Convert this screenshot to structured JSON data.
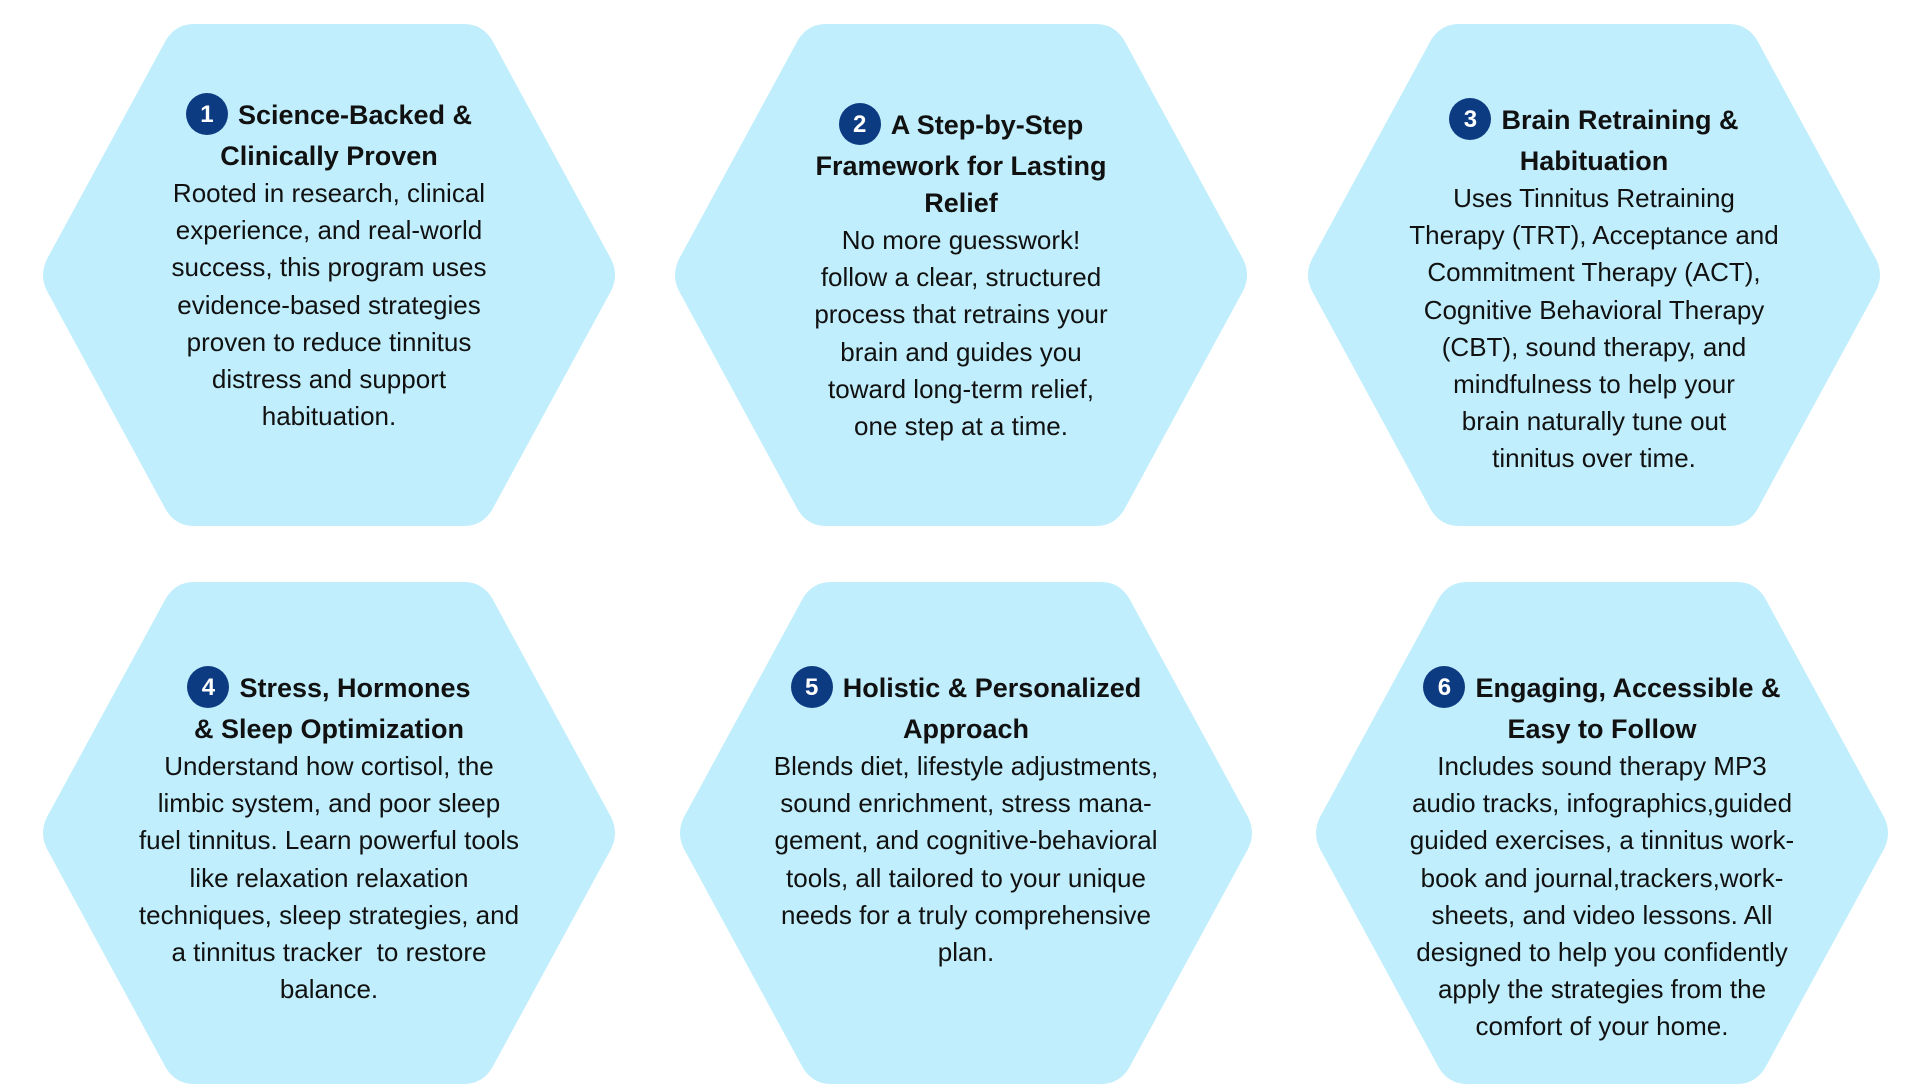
{
  "colors": {
    "hex_fill": "#c0eefc",
    "badge_fill": "#0d3b82",
    "badge_text": "#ffffff",
    "text": "#111111"
  },
  "features": [
    {
      "number": "1",
      "title_lines": [
        "Science-Backed &",
        "Clinically Proven"
      ],
      "body_lines": [
        "Rooted in research, clinical",
        "experience, and real-world",
        "success, this program uses",
        "evidence-based strategies",
        "proven to reduce tinnitus",
        "distress and support",
        "habituation."
      ]
    },
    {
      "number": "2",
      "title_lines": [
        "A Step-by-Step",
        "Framework for Lasting",
        "Relief"
      ],
      "body_lines": [
        "No more guesswork!",
        "follow a clear, structured",
        "process that retrains your",
        "brain and guides you",
        "toward long-term relief,",
        "one step at a time."
      ]
    },
    {
      "number": "3",
      "title_lines": [
        "Brain Retraining &",
        "Habituation"
      ],
      "body_lines": [
        "Uses Tinnitus Retraining",
        "Therapy (TRT), Acceptance and",
        "Commitment Therapy (ACT),",
        "Cognitive Behavioral Therapy",
        "(CBT), sound therapy, and",
        "mindfulness to help your",
        "brain naturally tune out",
        "tinnitus over time."
      ]
    },
    {
      "number": "4",
      "title_lines": [
        "Stress, Hormones",
        "& Sleep Optimization"
      ],
      "body_lines": [
        "Understand how cortisol, the",
        "limbic system, and poor sleep",
        "fuel tinnitus. Learn powerful tools",
        "like relaxation relaxation",
        "techniques, sleep strategies, and",
        "a tinnitus tracker  to restore",
        "balance."
      ]
    },
    {
      "number": "5",
      "title_lines": [
        "Holistic & Personalized",
        "Approach"
      ],
      "body_lines": [
        "Blends diet, lifestyle adjustments,",
        "sound enrichment, stress mana-",
        "gement, and cognitive-behavioral",
        "tools, all tailored to your unique",
        "needs for a truly comprehensive",
        "plan."
      ]
    },
    {
      "number": "6",
      "title_lines": [
        "Engaging, Accessible &",
        "Easy to Follow"
      ],
      "body_lines": [
        "Includes sound therapy MP3",
        "audio tracks, infographics,guided",
        "guided exercises, a tinnitus work-",
        "book and journal,trackers,work-",
        "sheets, and video lessons. All",
        "designed to help you confidently",
        "apply the strategies from the",
        "comfort of your home."
      ]
    }
  ]
}
